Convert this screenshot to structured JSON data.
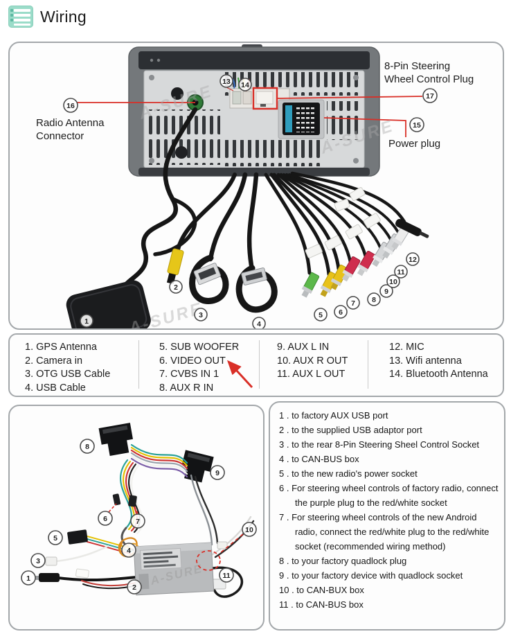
{
  "header": {
    "title": "Wiring"
  },
  "colors": {
    "accent_red": "#d92f27",
    "box_border": "#a3a7aa",
    "icon_mint": "#9bdcc9"
  },
  "watermark": "A-SURE",
  "top_diagram": {
    "labels": {
      "steering_line1": "8-Pin Steering",
      "steering_line2": "Wheel Control Plug",
      "steering_num": "17",
      "power_label": "Power plug",
      "power_num": "15",
      "antenna_line1": "Radio Antenna",
      "antenna_line2": "Connector",
      "antenna_num": "16",
      "callout_13": "13",
      "callout_14": "14"
    },
    "cable_callouts": [
      "1",
      "2",
      "3",
      "4",
      "5",
      "6",
      "7",
      "8",
      "9",
      "10",
      "11",
      "12"
    ]
  },
  "legend": {
    "columns": [
      {
        "items": [
          "1. GPS Antenna",
          "2. Camera in",
          "3. OTG USB Cable",
          "4. USB Cable"
        ]
      },
      {
        "items": [
          "5. SUB WOOFER",
          "6. VIDEO OUT",
          "7. CVBS IN 1",
          "8. AUX R IN"
        ]
      },
      {
        "items": [
          "9. AUX L IN",
          "10. AUX R OUT",
          "11. AUX L OUT"
        ]
      },
      {
        "items": [
          "12. MIC",
          "13. Wifi antenna",
          "14. Bluetooth Antenna"
        ]
      }
    ]
  },
  "harness_diagram": {
    "callouts": [
      "1",
      "2",
      "3",
      "4",
      "5",
      "6",
      "7",
      "8",
      "9",
      "10",
      "11"
    ]
  },
  "instructions": {
    "items": [
      "1 . to factory AUX USB port",
      "2 . to the supplied USB adaptor port",
      "3 . to the rear 8-Pin Steering Sheel Control Socket",
      "4 . to CAN-BUS box",
      "5 . to the new radio's power socket",
      "6 . For steering wheel controls of factory radio, connect the purple plug to the red/white socket",
      "7 . For steering wheel controls of the new Android radio, connect the red/white plug to the red/white socket (recommended wiring method)",
      "8 . to your factory quadlock plug",
      "9 . to your factory device with quadlock socket",
      "10 . to CAN-BUX box",
      "11 . to CAN-BUS box"
    ]
  }
}
